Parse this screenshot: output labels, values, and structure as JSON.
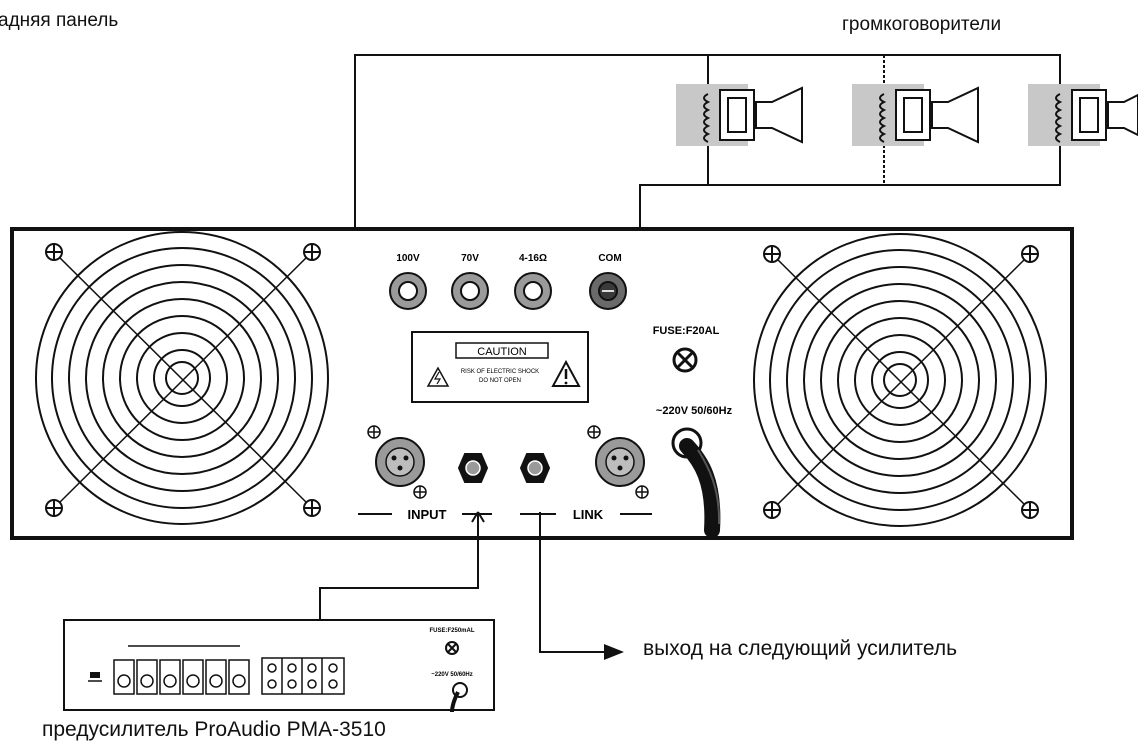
{
  "labels": {
    "panel_title": "адняя панель",
    "speakers": "громкоговорители",
    "output_next": "выход на следующий усилитель",
    "preamp": "предусилитель ProAudio PMA-3510"
  },
  "amp_panel": {
    "output_terminals": [
      "100V",
      "70V",
      "4-16Ω",
      "COM"
    ],
    "caution_title": "CAUTION",
    "caution_line1": "RISK OF ELECTRIC SHOCK",
    "caution_line2": "DO NOT OPEN",
    "fuse": "FUSE:F20AL",
    "power": "~220V 50/60Hz",
    "input_label": "INPUT",
    "link_label": "LINK"
  },
  "preamp_panel": {
    "fuse": "FUSE:F250mAL",
    "power": "~220V 50/60Hz"
  },
  "colors": {
    "line": "#111111",
    "speaker_fill": "#c8c8c8",
    "jack_fill": "#9a9a9a"
  }
}
